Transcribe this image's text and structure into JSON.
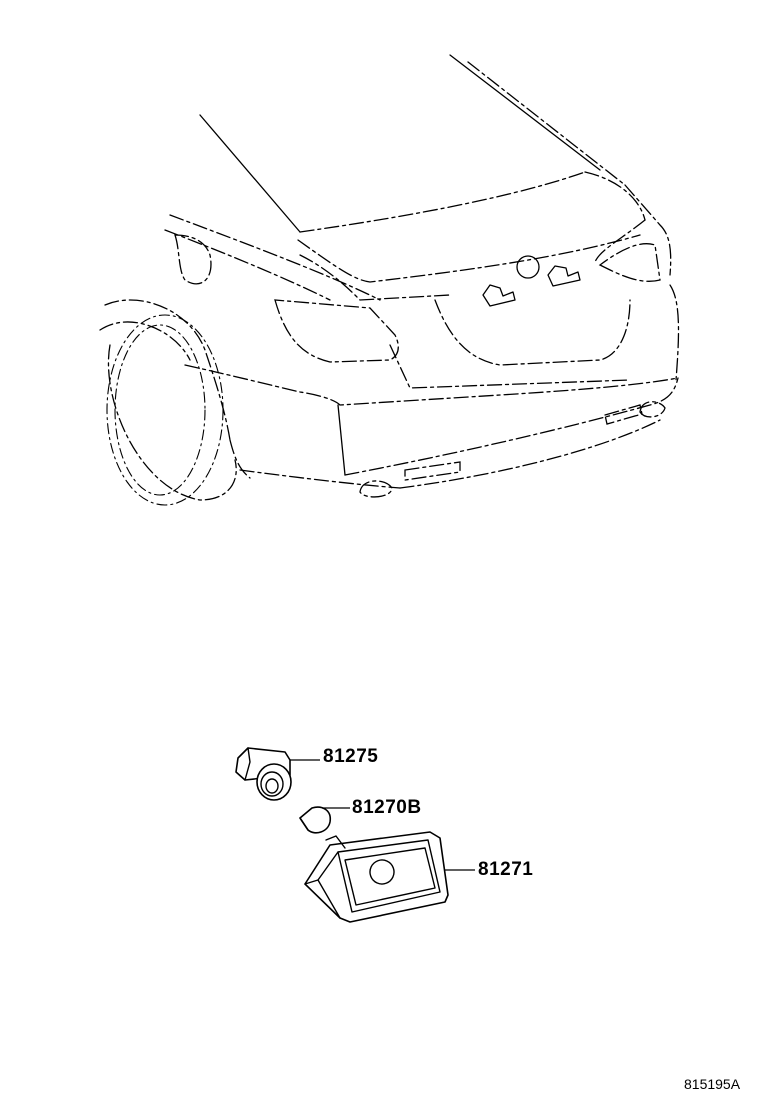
{
  "diagram": {
    "callouts": [
      {
        "part_no": "81275"
      },
      {
        "part_no": "81270B"
      },
      {
        "part_no": "81271"
      }
    ],
    "figure_code": "815195A"
  }
}
